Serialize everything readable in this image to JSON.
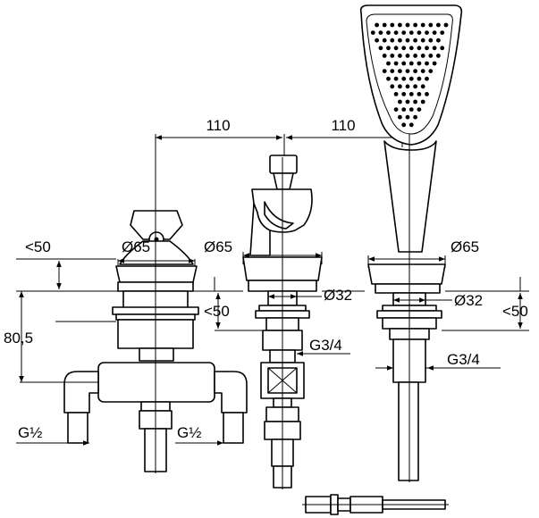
{
  "diagram": {
    "dimensions": {
      "top_left_width": "110",
      "top_right_width": "110",
      "left_dia": "Ø65",
      "center_dia": "Ø65",
      "right_dia": "Ø65",
      "center_pipe_dia": "Ø32",
      "right_pipe_dia": "Ø32",
      "left_deck_limit": "<50",
      "center_deck_limit": "<50",
      "right_deck_limit": "<50",
      "left_height": "80,5",
      "center_thread": "G3/4",
      "right_thread": "G3/4",
      "left_thread_a": "G½",
      "left_thread_b": "G½"
    }
  }
}
